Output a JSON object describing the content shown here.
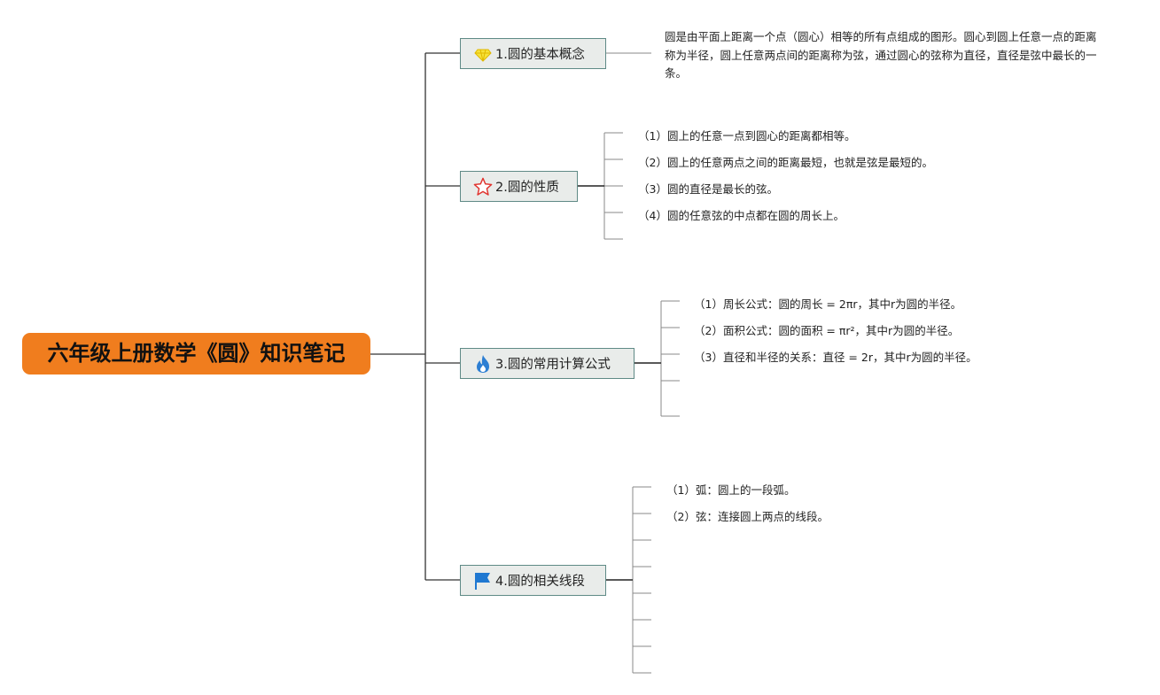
{
  "root": {
    "title": "六年级上册数学《圆》知识笔记"
  },
  "branches": [
    {
      "label": "1.圆的基本概念",
      "icon": "diamond-icon",
      "text": "圆是由平面上距离一个点（圆心）相等的所有点组成的图形。圆心到圆上任意一点的距离称为半径，圆上任意两点间的距离称为弦，通过圆心的弦称为直径，直径是弦中最长的一条。"
    },
    {
      "label": "2.圆的性质",
      "icon": "star-icon",
      "items": [
        "（1）圆上的任意一点到圆心的距离都相等。",
        "（2）圆上的任意两点之间的距离最短，也就是弦是最短的。",
        "（3）圆的直径是最长的弦。",
        "（4）圆的任意弦的中点都在圆的周长上。"
      ]
    },
    {
      "label": "3.圆的常用计算公式",
      "icon": "flame-icon",
      "items": [
        "（1）周长公式：圆的周长 = 2πr，其中r为圆的半径。",
        "（2）面积公式：圆的面积 = πr²，其中r为圆的半径。",
        "（3）直径和半径的关系：直径 = 2r，其中r为圆的半径。"
      ]
    },
    {
      "label": "4.圆的相关线段",
      "icon": "flag-icon",
      "items": [
        "（1）弧：圆上的一段弧。",
        "（2）弦：连接圆上两点的线段。"
      ]
    }
  ],
  "colors": {
    "root": "#f07d1e",
    "branch_fill": "#e9ecea",
    "branch_border": "#5f8a86",
    "line": "#333333"
  }
}
